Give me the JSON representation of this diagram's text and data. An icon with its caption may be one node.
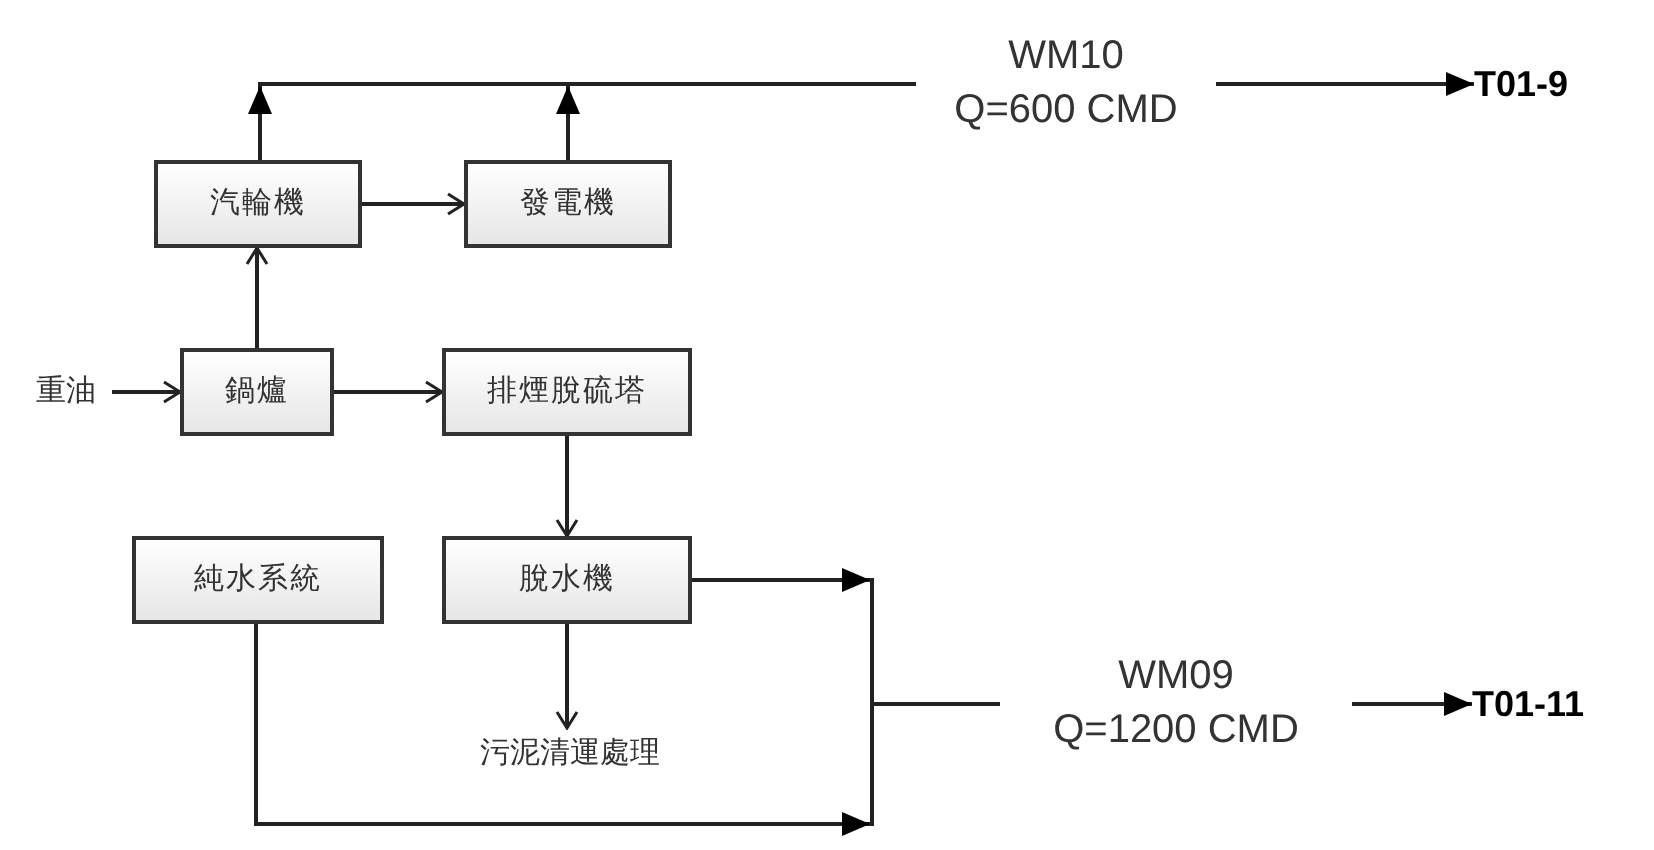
{
  "diagram": {
    "nodes": [
      {
        "text": [
          "汽輪機"
        ]
      },
      {
        "text": [
          "發電機"
        ]
      },
      {
        "text": [
          "重油"
        ]
      },
      {
        "text": [
          "鍋爐"
        ]
      },
      {
        "text": [
          "排煙脫硫塔"
        ]
      },
      {
        "text": [
          "純水系統"
        ]
      },
      {
        "text": [
          "脫水機"
        ]
      },
      {
        "text": [
          "污泥清運處理"
        ]
      },
      {
        "text": [
          "WM10",
          "Q=600 CMD"
        ]
      },
      {
        "text": [
          "T01-9"
        ]
      },
      {
        "text": [
          "WM09",
          "Q=1200 CMD"
        ]
      },
      {
        "text": [
          "T01-11"
        ]
      },
      {
        "text": [],
        "shape": "bar"
      },
      {
        "text": [],
        "shape": "bar"
      }
    ],
    "edges": [
      {
        "from": 3,
        "to": 0,
        "arrow": "to"
      },
      {
        "from": 0,
        "to": 1,
        "arrow": "to"
      },
      {
        "from": 2,
        "to": 3,
        "arrow": "to"
      },
      {
        "from": 3,
        "to": 4,
        "arrow": "to"
      },
      {
        "from": 4,
        "to": 6,
        "arrow": "to"
      },
      {
        "from": 6,
        "to": 7,
        "arrow": "to"
      },
      {
        "from": 0,
        "to": 12,
        "arrow": "to"
      },
      {
        "from": 1,
        "to": 12,
        "arrow": "to"
      },
      {
        "from": 12,
        "to": 8,
        "arrow": "none"
      },
      {
        "from": 8,
        "to": 9,
        "arrow": "to"
      },
      {
        "from": 6,
        "to": 13,
        "arrow": "to"
      },
      {
        "from": 5,
        "to": 13,
        "arrow": "to"
      },
      {
        "from": 13,
        "to": 10,
        "arrow": "none"
      },
      {
        "from": 10,
        "to": 11,
        "arrow": "to"
      }
    ]
  }
}
